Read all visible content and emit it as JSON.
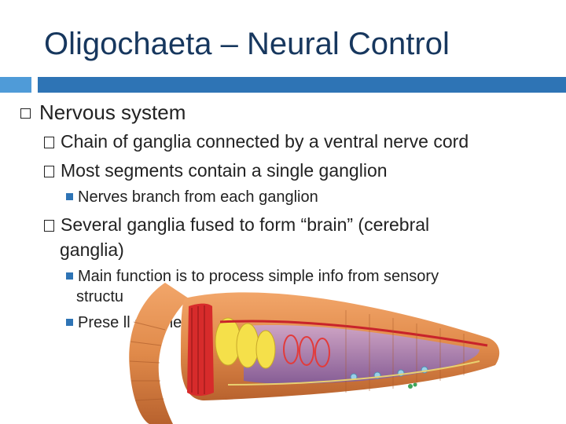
{
  "slide": {
    "title": "Oligochaeta – Neural Control",
    "bullets": {
      "level1": "Nervous system",
      "chain": "Chain of ganglia connected by a ventral nerve cord",
      "segments": "Most segments contain a single ganglion",
      "nerves": "Nerves branch from each ganglion",
      "brain_line1": "Several ganglia fused to form “brain” (cerebral",
      "brain_line2": "ganglia)",
      "function_line1": "Main function is to process simple info from sensory",
      "function_line2": "structu",
      "present": "Prese        ll segments, but concentrated at anterior"
    }
  },
  "colors": {
    "title": "#17375E",
    "accent_bar": "#2E74B5",
    "accent_square": "#4F9BD8",
    "worm_body": "#E08A4A",
    "worm_clitellum": "#D72B2B"
  },
  "icons": {
    "level1_bullet": "hollow-square-icon",
    "level2_bullet": "box-glyph-icon",
    "level3_bullet": "filled-square-icon",
    "illustration": "earthworm-anatomy-illustration"
  }
}
